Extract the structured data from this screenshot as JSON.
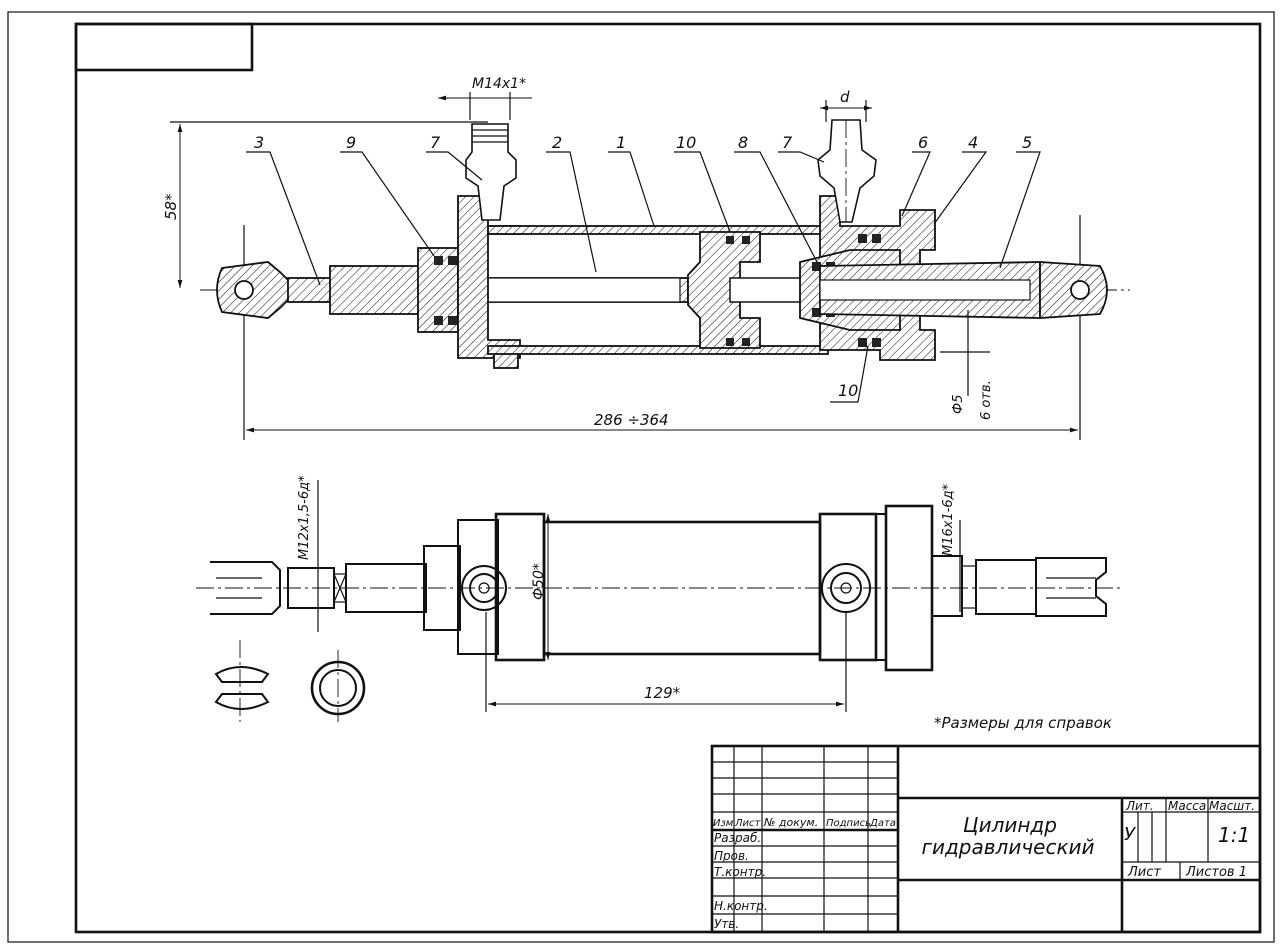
{
  "drawing": {
    "title_line1": "Цилиндр",
    "title_line2": "гидравлический",
    "note": "*Размеры для справок"
  },
  "dimensions": {
    "thread_top": "М14х1*",
    "d_label": "d",
    "height_58": "58*",
    "length_total": "286 ÷364",
    "hole": "Ф5",
    "holes_count": "6 отв.",
    "thread_left": "М12х1,5-6д*",
    "diameter_50": "Ф50*",
    "thread_right": "М16х1-6д*",
    "length_129": "129*"
  },
  "callouts": [
    "3",
    "9",
    "7",
    "2",
    "1",
    "10",
    "8",
    "7",
    "6",
    "4",
    "5",
    "10"
  ],
  "title_block": {
    "izm": "Изм",
    "list": "Лист",
    "n_dokum": "№ докум.",
    "podpis": "Подпись",
    "data": "Дата",
    "razrab": "Разраб.",
    "prov": "Пров.",
    "t_kontr": "Т.контр.",
    "n_kontr": "Н.контр.",
    "utv": "Утв.",
    "lit": "Лит.",
    "massa": "Масса",
    "masshtab": "Масшт.",
    "lit_value": "У",
    "scale_value": "1:1",
    "sheet": "Лист",
    "sheets": "Листов 1"
  }
}
